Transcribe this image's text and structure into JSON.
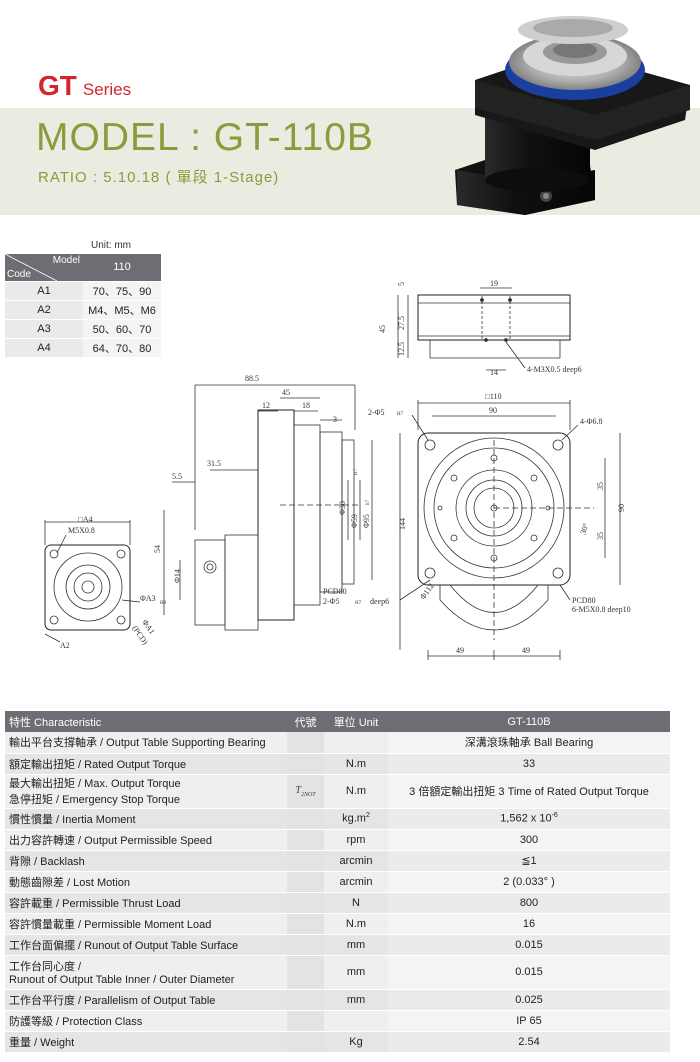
{
  "header": {
    "series_main": "GT",
    "series_sub": "Series",
    "model": "MODEL : GT-110B",
    "ratio": "RATIO : 5.10.18 ( 單段 1-Stage)"
  },
  "code_table": {
    "unit": "Unit: mm",
    "model_label": "Model",
    "code_label": "Code",
    "model_value": "110",
    "rows": [
      {
        "code": "A1",
        "value": "70、75、90"
      },
      {
        "code": "A2",
        "value": "M4、M5、M6"
      },
      {
        "code": "A3",
        "value": "50、60、70"
      },
      {
        "code": "A4",
        "value": "64、70、80"
      }
    ]
  },
  "drawing_labels": {
    "top_5": "5",
    "top_27_5": "27.5",
    "top_45": "45",
    "top_12_5": "12.5",
    "top_19": "19",
    "top_14": "14",
    "top_tap": "4-M3X0.5 deep6",
    "side_88_5": "88.5",
    "side_45": "45",
    "side_12": "12",
    "side_18": "18",
    "side_3": "3",
    "side_31_5": "31.5",
    "side_5_5": "5.5",
    "side_54": "54",
    "side_d14": "Φ14",
    "side_d30": "Φ30",
    "side_d59": "Φ59",
    "side_d95": "Φ95",
    "h7": "H7",
    "h7b": "h7",
    "left_a4": "□A4",
    "left_m5": "M5X0.8",
    "left_a3": "ΦA3",
    "left_h8": "H8",
    "left_a1": "ΦA1",
    "left_pcd": "(PCD)",
    "left_a2": "A2",
    "front_110": "□110",
    "front_90_top": "90",
    "front_2_d5": "2-Φ5",
    "front_4_d68": "4-Φ6.8",
    "front_144": "144",
    "front_35a": "35",
    "front_35b": "35",
    "front_90_right": "90",
    "front_30": "30°",
    "front_d112": "Φ112",
    "front_pcd80_l": "PCD80",
    "front_2_d5_deep": "2-Φ5",
    "front_deep6": "deep6",
    "front_pcd80_r": "PCD80",
    "front_6m5": "6-M5X0.8 deep10",
    "front_49a": "49",
    "front_49b": "49"
  },
  "spec_table": {
    "headers": {
      "characteristic": "特性 Characteristic",
      "symbol": "代號",
      "unit": "單位 Unit",
      "model": "GT-110B"
    },
    "rows": [
      {
        "name": "輸出平台支撐軸承 / Output Table Supporting Bearing",
        "symbol": "",
        "unit": "",
        "value": "深溝滾珠軸承 Ball Bearing"
      },
      {
        "name": "額定輸出扭矩 / Rated Output Torque",
        "symbol": "",
        "unit": "N.m",
        "value": "33"
      },
      {
        "name_line1": "最大輸出扭矩 / Max. Output Torque",
        "name_line2": "急停扭矩 / Emergency Stop Torque",
        "symbol": "T",
        "symbol_sub": "2NOT",
        "unit": "N.m",
        "value": "3 倍額定輸出扭矩 3 Time of Rated Output Torque"
      },
      {
        "name": "慣性慣量 / Inertia Moment",
        "symbol": "",
        "unit": "kg.m",
        "unit_sup": "2",
        "value": "1,562 x 10",
        "value_sup": "-6"
      },
      {
        "name": "出力容許轉速 / Output Permissible Speed",
        "symbol": "",
        "unit": "rpm",
        "value": "300"
      },
      {
        "name": "背隙 / Backlash",
        "symbol": "",
        "unit": "arcmin",
        "value": "≦1"
      },
      {
        "name": "動態齒隙差 / Lost Motion",
        "symbol": "",
        "unit": "arcmin",
        "value": "2 (0.033° )"
      },
      {
        "name": "容許載重 / Permissible Thrust Load",
        "symbol": "",
        "unit": "N",
        "value": "800"
      },
      {
        "name": "容許慣量載重 / Permissible Moment Load",
        "symbol": "",
        "unit": "N.m",
        "value": "16"
      },
      {
        "name": "工作台面偏擺 / Runout of Output Table Surface",
        "symbol": "",
        "unit": "mm",
        "value": "0.015"
      },
      {
        "name_line1": "工作台同心度 /",
        "name_line2": "Runout of Output Table Inner / Outer Diameter",
        "symbol": "",
        "unit": "mm",
        "value": "0.015"
      },
      {
        "name": "工作台平行度 / Parallelism of Output Table",
        "symbol": "",
        "unit": "mm",
        "value": "0.025"
      },
      {
        "name": "防護等級 / Protection Class",
        "symbol": "",
        "unit": "",
        "value": "IP 65"
      },
      {
        "name": "重量 / Weight",
        "symbol": "",
        "unit": "Kg",
        "value": "2.54"
      }
    ]
  }
}
